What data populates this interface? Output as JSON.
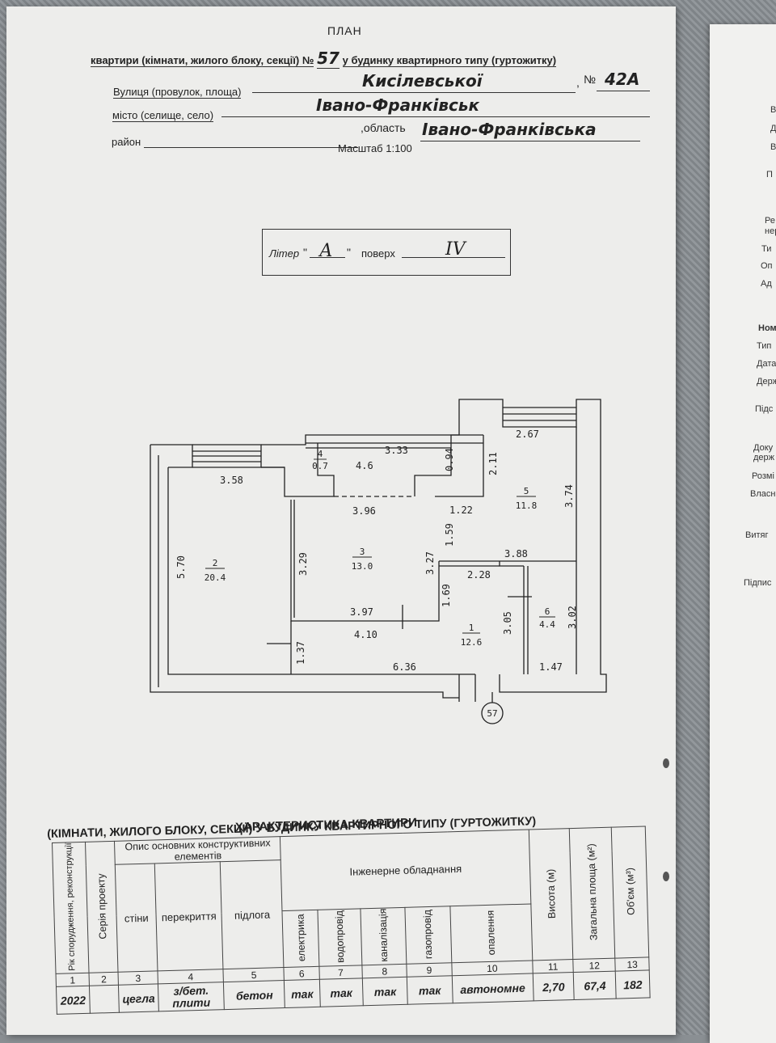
{
  "header": {
    "title": "ПЛАН",
    "line1_prefix": "квартири (кімнати, жилого блоку, секції) №",
    "apt_number": "57",
    "line1_suffix": "у будинку квартирного типу (гуртожитку)",
    "street_label": "Вулиця (провулок, площа)",
    "street_value": "Кисілевської",
    "house_label": "№",
    "house_value": "42А",
    "city_label": "місто (селище, село)",
    "city_value": "Івано-Франківськ",
    "district_label": "район",
    "region_label": "область",
    "region_value": "Івано-Франківська",
    "scale": "Масштаб 1:100"
  },
  "litera_box": {
    "litera_label": "Літер",
    "litera_value": "А",
    "floor_label": "поверх",
    "floor_value": "IV"
  },
  "plan": {
    "dims": [
      "3.58",
      "3.33",
      "0.94",
      "2.67",
      "2.11",
      "3.74",
      "1.22",
      "3.96",
      "5.70",
      "3.29",
      "3.27",
      "1.59",
      "3.88",
      "2.28",
      "1.69",
      "3.05",
      "3.02",
      "3.97",
      "4.10",
      "1.37",
      "6.36",
      "1.47",
      "4.6"
    ],
    "rooms": [
      {
        "num": "1",
        "area": "12.6"
      },
      {
        "num": "2",
        "area": "20.4"
      },
      {
        "num": "3",
        "area": "13.0"
      },
      {
        "num": "4",
        "area": "0.7"
      },
      {
        "num": "5",
        "area": "11.8"
      },
      {
        "num": "6",
        "area": "4.4"
      }
    ],
    "entry_label": "57"
  },
  "characteristics": {
    "title1": "ХАРАКТЕРИСТИКА КВАРТИРИ",
    "title2": "(КІМНАТИ, ЖИЛОГО БЛОКУ, СЕКЦІЇ) У БУДИНКУ КВАРТИРНОГО ТИПУ (ГУРТОЖИТКУ)",
    "h_year": "Рік спорудження, реконструкції",
    "h_series": "Серія проекту",
    "h_struct": "Опис основних конструктивних елементів",
    "h_walls": "стіни",
    "h_slabs": "перекриття",
    "h_floor": "підлога",
    "h_eng": "Інженерне обладнання",
    "h_elec": "електрика",
    "h_water": "водопровід",
    "h_sewer": "каналізація",
    "h_gas": "газопровід",
    "h_heat": "опалення",
    "h_height": "Висота (м)",
    "h_area": "Загальна площа (м²)",
    "h_volume": "Об'єм (м³)",
    "col_nums": [
      "1",
      "2",
      "3",
      "4",
      "5",
      "6",
      "7",
      "8",
      "9",
      "10",
      "11",
      "12",
      "13"
    ],
    "values": {
      "year": "2022",
      "walls": "цегла",
      "slabs": "з/бет. плити",
      "floor": "бетон",
      "elec": "так",
      "water": "так",
      "sewer": "так",
      "gas": "так",
      "heat": "автономне",
      "height": "2,70",
      "area": "67,4",
      "volume": "182"
    }
  },
  "next_page_fragments": [
    "Ре",
    "нер",
    "Ти",
    "Оп",
    "Ад",
    "Ном",
    "Тип",
    "Дата",
    "Держ",
    "Підс",
    "Доку",
    "держ",
    "Розмі",
    "Власн",
    "Витяг",
    "Підпис",
    "В",
    "Д",
    "В",
    "П"
  ]
}
